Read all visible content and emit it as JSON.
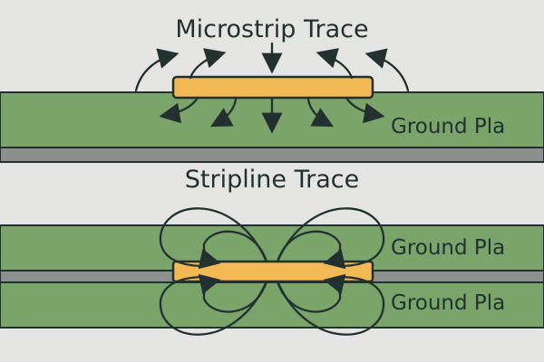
{
  "microstrip": {
    "title": "Microstrip Trace",
    "ground_label": "Ground Pla"
  },
  "stripline": {
    "title": "Stripline Trace",
    "upper_ground_label": "Ground Pla",
    "lower_ground_label": "Ground Pla"
  },
  "colors": {
    "background": "#e5e5e3",
    "substrate_green": "#7aa46a",
    "ground_gray": "#8d8f8f",
    "trace_orange": "#f2b954",
    "outline": "#22312f"
  },
  "icons": {
    "field_arrow": "arrow-icon",
    "field_loop": "field-loop-icon"
  }
}
